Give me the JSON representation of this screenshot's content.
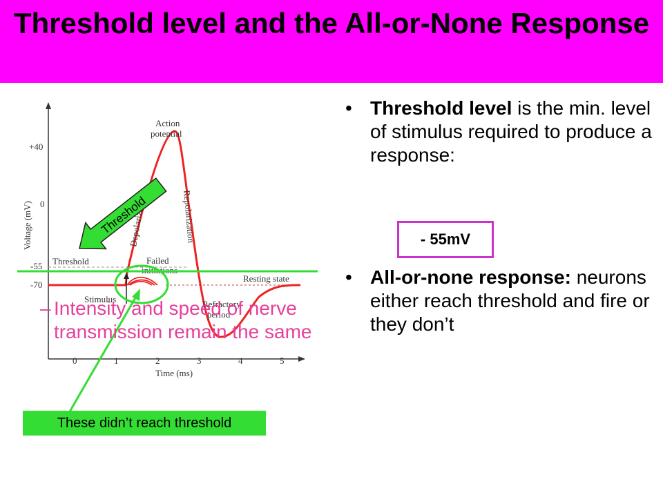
{
  "title": "Threshold level and the All-or-None Response",
  "bullets": {
    "item1": {
      "bold": "Threshold level",
      "rest": " is the min. level of stimulus required to produce a response:"
    },
    "value": "- 55mV",
    "item2": {
      "bold": "All-or-none response:",
      "rest": " neurons either reach threshold and fire or they don’t"
    },
    "sub": "Intensity and speed of nerve transmission remain the same",
    "bullet_glyph": "•",
    "dash_glyph": "–"
  },
  "callouts": {
    "threshold_arrow": "Threshold",
    "note": "These didn’t reach threshold"
  },
  "diagram": {
    "y_axis_label": "Voltage (mV)",
    "x_axis_label": "Time (ms)",
    "y_ticks": [
      "+40",
      "0",
      "-55",
      "-70"
    ],
    "x_ticks": [
      "0",
      "1",
      "2",
      "3",
      "4",
      "5"
    ],
    "labels": {
      "action_potential_1": "Action",
      "action_potential_2": "potential",
      "depolarization": "Depolarization",
      "repolarization": "Repolarization",
      "threshold": "Threshold",
      "failed_1": "Failed",
      "failed_2": "initiations",
      "resting": "Resting state",
      "stimulus": "Stimulus",
      "refractory_1": "Refractory",
      "refractory_2": "period"
    }
  },
  "colors": {
    "title_bg": "#ff00ff",
    "sub_text": "#e6409b",
    "value_border": "#cc33cc",
    "note_bg": "#33dd33",
    "curve": "#ee2222",
    "green_line": "#33dd33"
  }
}
